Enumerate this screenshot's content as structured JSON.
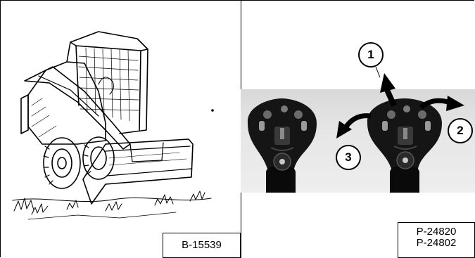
{
  "left_figure": {
    "label": "B-15539",
    "icon": "skid-steer-loader-illustration"
  },
  "right_figure": {
    "labels": [
      "P-24820",
      "P-24802"
    ],
    "icon": "joystick-photo",
    "callouts": [
      "1",
      "2",
      "3"
    ]
  }
}
